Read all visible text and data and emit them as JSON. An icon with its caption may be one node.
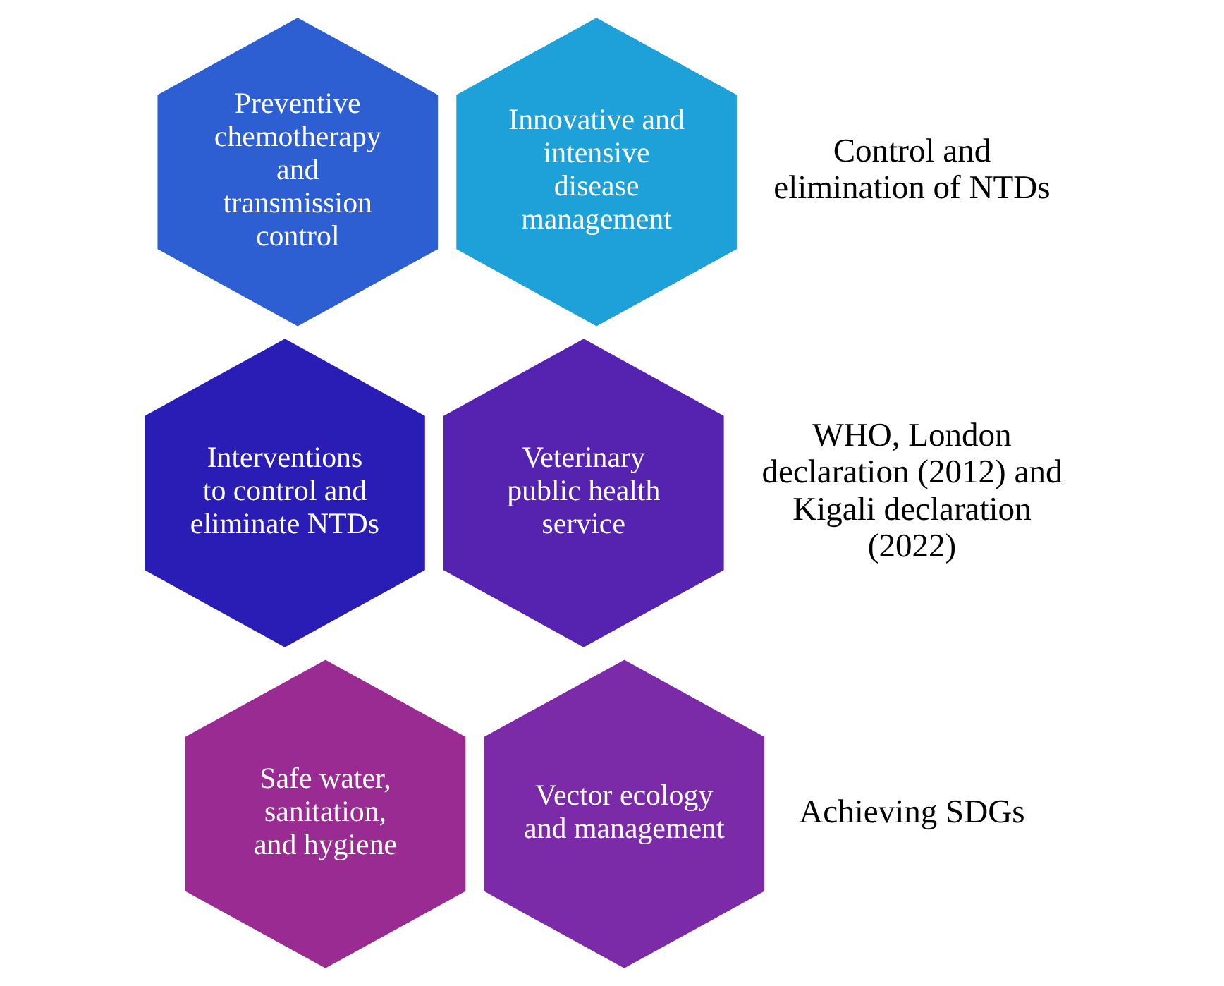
{
  "diagram": {
    "nodes": [
      {
        "text": [
          "Preventive chemotherapy and transmission control"
        ]
      },
      {
        "text": [
          "Innovative and intensive disease management"
        ]
      },
      {
        "text": [
          "Interventions to control and eliminate NTDs"
        ]
      },
      {
        "text": [
          "Veterinary public health service"
        ]
      },
      {
        "text": [
          "Safe water, sanitation, and hygiene"
        ]
      },
      {
        "text": [
          "Vector ecology and management"
        ]
      }
    ],
    "edges": [],
    "labels": [
      "Control and elimination of NTDs",
      "WHO, London declaration (2012) and Kigali declaration (2022)",
      "Achieving SDGs"
    ]
  }
}
